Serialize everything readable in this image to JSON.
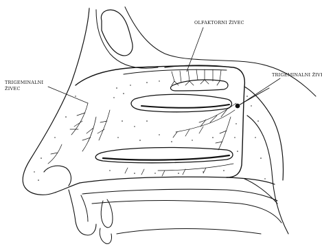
{
  "labels": {
    "olfactory_nerve": "OLFAKTORNI ŽIVEC",
    "trigeminal_left_line1": "TRIGEMINALNI",
    "trigeminal_left_line2": "ŽIVEC",
    "trigeminal_right": "TRIGEMINALNI ŽIVE"
  },
  "colors": {
    "ink": "#111111",
    "background": "#ffffff"
  }
}
